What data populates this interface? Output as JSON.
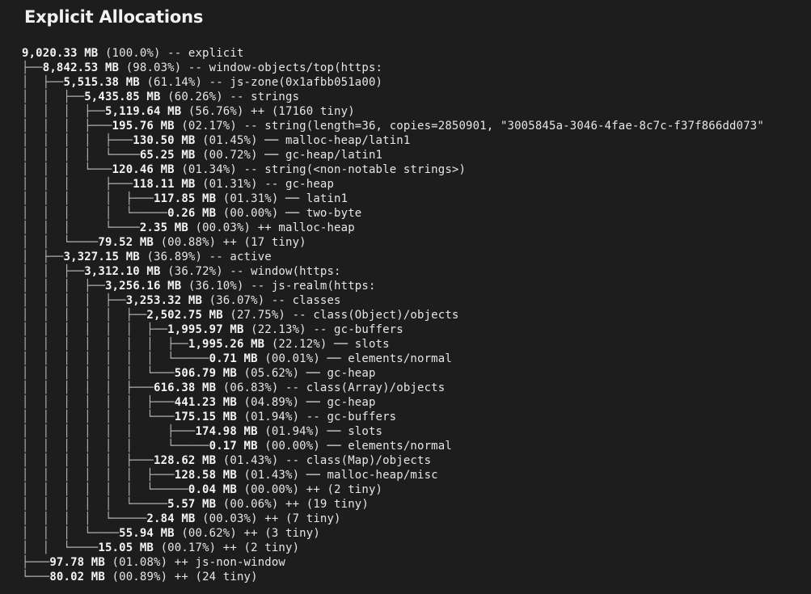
{
  "title": "Explicit Allocations",
  "tree": [
    {
      "prefix": "",
      "amount": "9,020.33 MB",
      "rest": " (100.0%) -- explicit"
    },
    {
      "prefix": "├──",
      "amount": "8,842.53 MB",
      "rest": " (98.03%) -- window-objects/top(https:"
    },
    {
      "prefix": "│  ├──",
      "amount": "5,515.38 MB",
      "rest": " (61.14%) -- js-zone(0x1afbb051a00)"
    },
    {
      "prefix": "│  │  ├──",
      "amount": "5,435.85 MB",
      "rest": " (60.26%) -- strings"
    },
    {
      "prefix": "│  │  │  ├──",
      "amount": "5,119.64 MB",
      "rest": " (56.76%) ++ (17160 tiny)"
    },
    {
      "prefix": "│  │  │  ├───",
      "amount": "195.76 MB",
      "rest": " (02.17%) -- string(length=36, copies=2850901, \"3005845a-3046-4fae-8c7c-f37f866dd073\""
    },
    {
      "prefix": "│  │  │  │  ├───",
      "amount": "130.50 MB",
      "rest": " (01.45%) ── malloc-heap/latin1"
    },
    {
      "prefix": "│  │  │  │  └────",
      "amount": "65.25 MB",
      "rest": " (00.72%) ── gc-heap/latin1"
    },
    {
      "prefix": "│  │  │  └───",
      "amount": "120.46 MB",
      "rest": " (01.34%) -- string(<non-notable strings>)"
    },
    {
      "prefix": "│  │  │     ├───",
      "amount": "118.11 MB",
      "rest": " (01.31%) -- gc-heap"
    },
    {
      "prefix": "│  │  │     │  ├───",
      "amount": "117.85 MB",
      "rest": " (01.31%) ── latin1"
    },
    {
      "prefix": "│  │  │     │  └─────",
      "amount": "0.26 MB",
      "rest": " (00.00%) ── two-byte"
    },
    {
      "prefix": "│  │  │     └────",
      "amount": "2.35 MB",
      "rest": " (00.03%) ++ malloc-heap"
    },
    {
      "prefix": "│  │  └────",
      "amount": "79.52 MB",
      "rest": " (00.88%) ++ (17 tiny)"
    },
    {
      "prefix": "│  ├──",
      "amount": "3,327.15 MB",
      "rest": " (36.89%) -- active"
    },
    {
      "prefix": "│  │  ├──",
      "amount": "3,312.10 MB",
      "rest": " (36.72%) -- window(https:"
    },
    {
      "prefix": "│  │  │  ├──",
      "amount": "3,256.16 MB",
      "rest": " (36.10%) -- js-realm(https:"
    },
    {
      "prefix": "│  │  │  │  ├──",
      "amount": "3,253.32 MB",
      "rest": " (36.07%) -- classes"
    },
    {
      "prefix": "│  │  │  │  │  ├──",
      "amount": "2,502.75 MB",
      "rest": " (27.75%) -- class(Object)/objects"
    },
    {
      "prefix": "│  │  │  │  │  │  ├──",
      "amount": "1,995.97 MB",
      "rest": " (22.13%) -- gc-buffers"
    },
    {
      "prefix": "│  │  │  │  │  │  │  ├──",
      "amount": "1,995.26 MB",
      "rest": " (22.12%) ── slots"
    },
    {
      "prefix": "│  │  │  │  │  │  │  └─────",
      "amount": "0.71 MB",
      "rest": " (00.01%) ── elements/normal"
    },
    {
      "prefix": "│  │  │  │  │  │  └───",
      "amount": "506.79 MB",
      "rest": " (05.62%) ── gc-heap"
    },
    {
      "prefix": "│  │  │  │  │  ├───",
      "amount": "616.38 MB",
      "rest": " (06.83%) -- class(Array)/objects"
    },
    {
      "prefix": "│  │  │  │  │  │  ├───",
      "amount": "441.23 MB",
      "rest": " (04.89%) ── gc-heap"
    },
    {
      "prefix": "│  │  │  │  │  │  └───",
      "amount": "175.15 MB",
      "rest": " (01.94%) -- gc-buffers"
    },
    {
      "prefix": "│  │  │  │  │  │     ├───",
      "amount": "174.98 MB",
      "rest": " (01.94%) ── slots"
    },
    {
      "prefix": "│  │  │  │  │  │     └─────",
      "amount": "0.17 MB",
      "rest": " (00.00%) ── elements/normal"
    },
    {
      "prefix": "│  │  │  │  │  ├───",
      "amount": "128.62 MB",
      "rest": " (01.43%) -- class(Map)/objects"
    },
    {
      "prefix": "│  │  │  │  │  │  ├───",
      "amount": "128.58 MB",
      "rest": " (01.43%) ── malloc-heap/misc"
    },
    {
      "prefix": "│  │  │  │  │  │  └─────",
      "amount": "0.04 MB",
      "rest": " (00.00%) ++ (2 tiny)"
    },
    {
      "prefix": "│  │  │  │  │  └─────",
      "amount": "5.57 MB",
      "rest": " (00.06%) ++ (19 tiny)"
    },
    {
      "prefix": "│  │  │  │  └─────",
      "amount": "2.84 MB",
      "rest": " (00.03%) ++ (7 tiny)"
    },
    {
      "prefix": "│  │  │  └────",
      "amount": "55.94 MB",
      "rest": " (00.62%) ++ (3 tiny)"
    },
    {
      "prefix": "│  │  └────",
      "amount": "15.05 MB",
      "rest": " (00.17%) ++ (2 tiny)"
    },
    {
      "prefix": "├───",
      "amount": "97.78 MB",
      "rest": " (01.08%) ++ js-non-window"
    },
    {
      "prefix": "└───",
      "amount": "80.02 MB",
      "rest": " (00.89%) ++ (24 tiny)"
    }
  ]
}
